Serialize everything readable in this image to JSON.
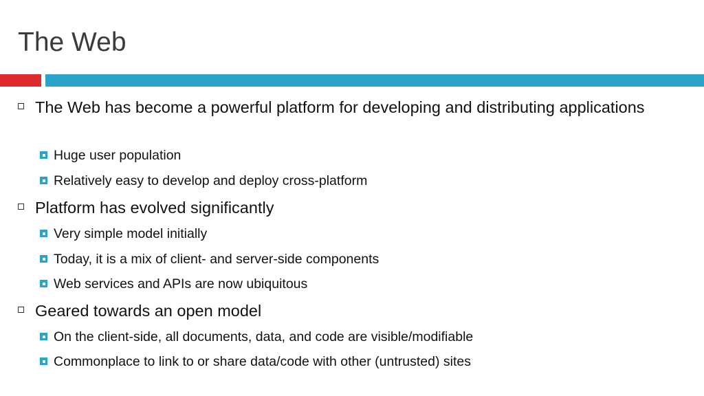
{
  "slide": {
    "title": "The Web",
    "colors": {
      "accent_red": "#dd2a2f",
      "accent_teal": "#2ba3c6"
    },
    "bullets": [
      {
        "text": "The Web has become a powerful platform for developing and distributing applications",
        "sub": [
          "Huge user population",
          "Relatively easy to develop and deploy cross-platform"
        ]
      },
      {
        "text": "Platform has evolved significantly",
        "sub": [
          "Very simple model initially",
          "Today, it is a mix of client- and server-side components",
          "Web services and APIs are now ubiquitous"
        ]
      },
      {
        "text": "Geared towards an open model",
        "sub": [
          "On the client-side, all documents, data, and code are visible/modifiable",
          "Commonplace to link to or share data/code with other (untrusted) sites"
        ]
      }
    ]
  }
}
